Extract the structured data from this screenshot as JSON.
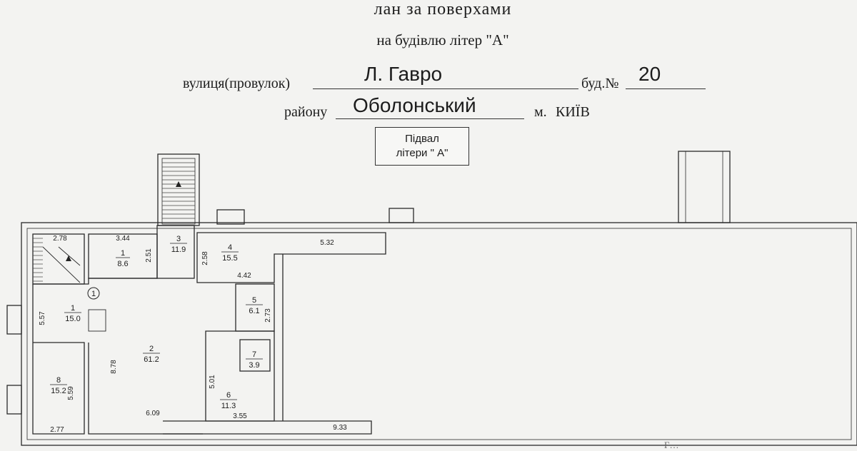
{
  "header": {
    "title": "лан за поверхами",
    "subtitle": "на будівлю літер \"А\""
  },
  "address": {
    "street_label": "вулиця(провулок)",
    "street_value": "Л. Гавро",
    "building_label": "буд.№",
    "building_value": "20",
    "district_label": "району",
    "district_value": "Оболонський",
    "city_label": "м.",
    "city_value": "КИЇВ"
  },
  "floor_label": {
    "line1": "Підвал",
    "line2": "літери \" А\""
  },
  "rooms": [
    {
      "number": "1",
      "area": "8.6"
    },
    {
      "number": "1",
      "area": "15.0"
    },
    {
      "number": "2",
      "area": "61.2"
    },
    {
      "number": "3",
      "area": "11.9"
    },
    {
      "number": "4",
      "area": "15.5"
    },
    {
      "number": "5",
      "area": "6.1"
    },
    {
      "number": "6",
      "area": "11.3"
    },
    {
      "number": "7",
      "area": "3.9"
    },
    {
      "number": "8",
      "area": "15.2"
    }
  ],
  "dimensions": {
    "d278": "2.78",
    "d344": "3.44",
    "d251": "2.51",
    "d258": "2.58",
    "d532": "5.32",
    "d442": "4.42",
    "d557": "5.57",
    "d273": "2.73",
    "d878": "8.78",
    "d501": "5.01",
    "d559": "5.59",
    "d355": "3.55",
    "d609": "6.09",
    "d277": "2.77",
    "d933": "9.33"
  },
  "marker": "1",
  "footer_fragment": "Г…"
}
